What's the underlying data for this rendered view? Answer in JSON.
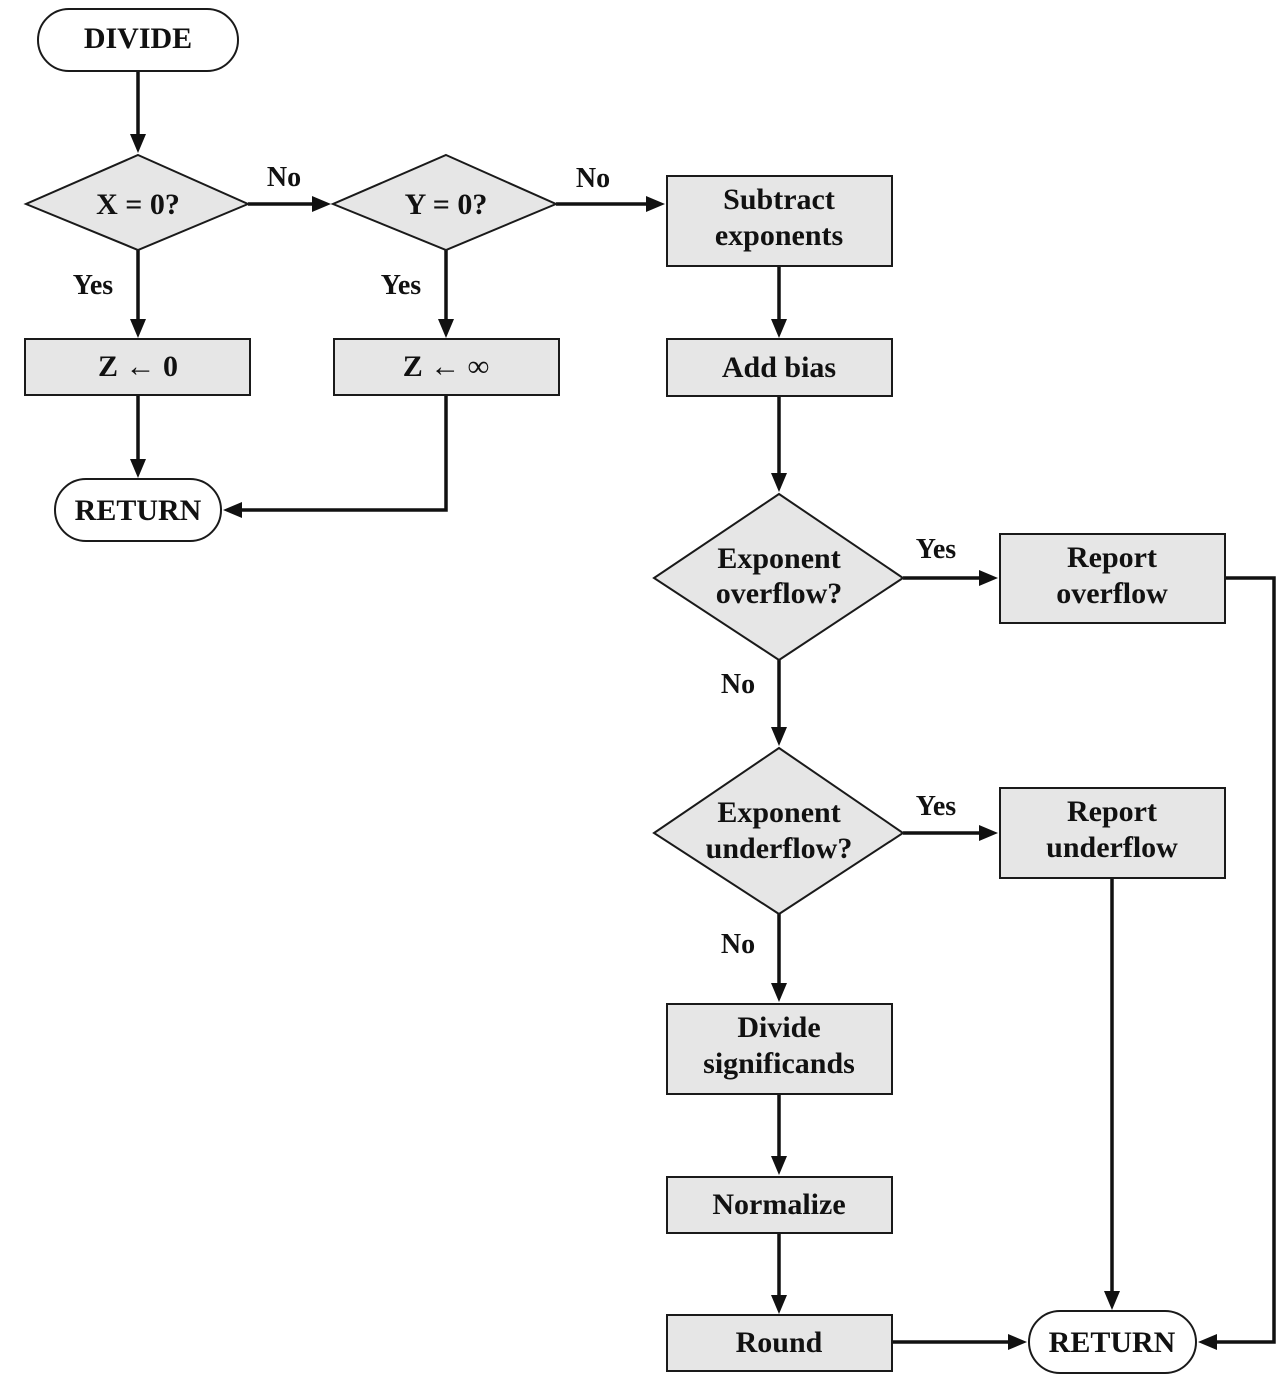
{
  "nodes": {
    "start": "DIVIDE",
    "x_zero": "X = 0?",
    "y_zero": "Y = 0?",
    "z_zero": "Z ← 0",
    "z_inf": "Z ← ∞",
    "return_left": "RETURN",
    "subtract": [
      "Subtract",
      "exponents"
    ],
    "add_bias": "Add bias",
    "exp_overflow": [
      "Exponent",
      "overflow?"
    ],
    "report_overflow": [
      "Report",
      "overflow"
    ],
    "exp_underflow": [
      "Exponent",
      "underflow?"
    ],
    "report_underflow": [
      "Report",
      "underflow"
    ],
    "divide_sig": [
      "Divide",
      "significands"
    ],
    "normalize": "Normalize",
    "round": "Round",
    "return_right": "RETURN"
  },
  "edge_labels": {
    "x_no": "No",
    "x_yes": "Yes",
    "y_no": "No",
    "y_yes": "Yes",
    "overflow_yes": "Yes",
    "overflow_no": "No",
    "underflow_yes": "Yes",
    "underflow_no": "No"
  }
}
